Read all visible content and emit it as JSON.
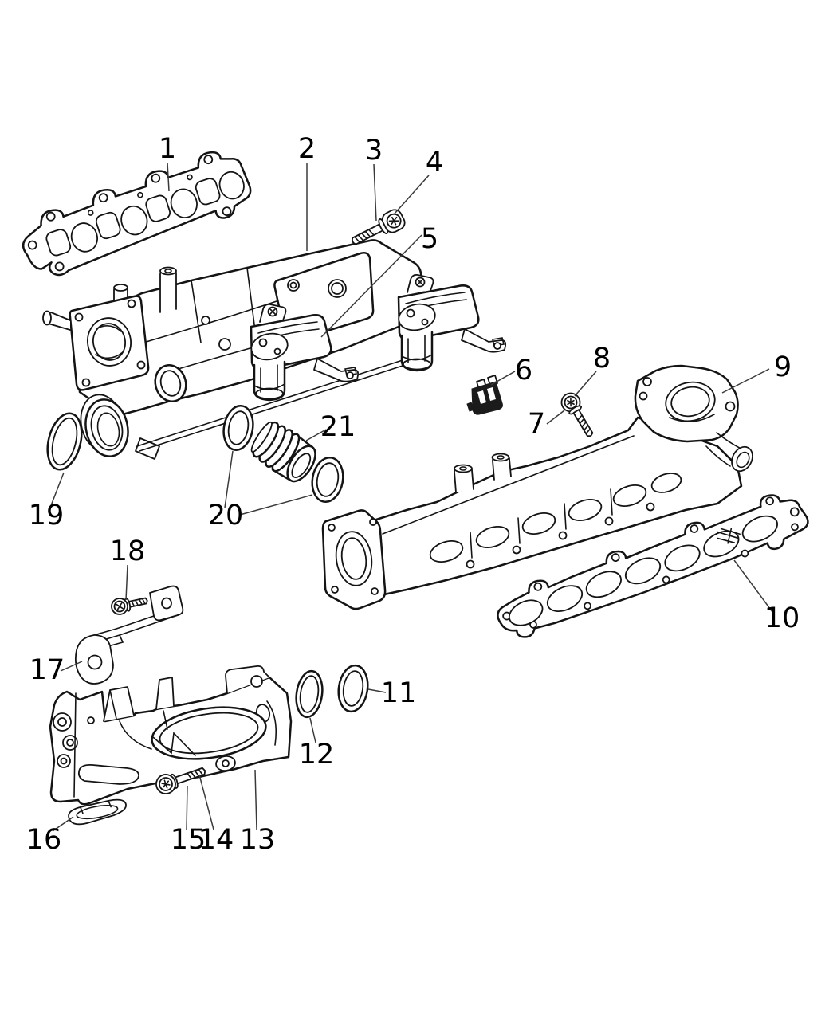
{
  "figure": {
    "type": "exploded-parts-diagram",
    "subject": "intake-manifold-assembly",
    "background": "#ffffff",
    "line_color": "#141414",
    "leader_color": "#3a3a3a",
    "callout_color": "#000000",
    "callout_count": 21
  },
  "callouts": {
    "c1": "1",
    "c2": "2",
    "c3": "3",
    "c4": "4",
    "c5": "5",
    "c6": "6",
    "c7": "7",
    "c8": "8",
    "c9": "9",
    "c10": "10",
    "c11": "11",
    "c12": "12",
    "c13": "13",
    "c14": "14",
    "c15": "15",
    "c16": "16",
    "c17": "17",
    "c18": "18",
    "c19": "19",
    "c20": "20",
    "c21": "21"
  }
}
